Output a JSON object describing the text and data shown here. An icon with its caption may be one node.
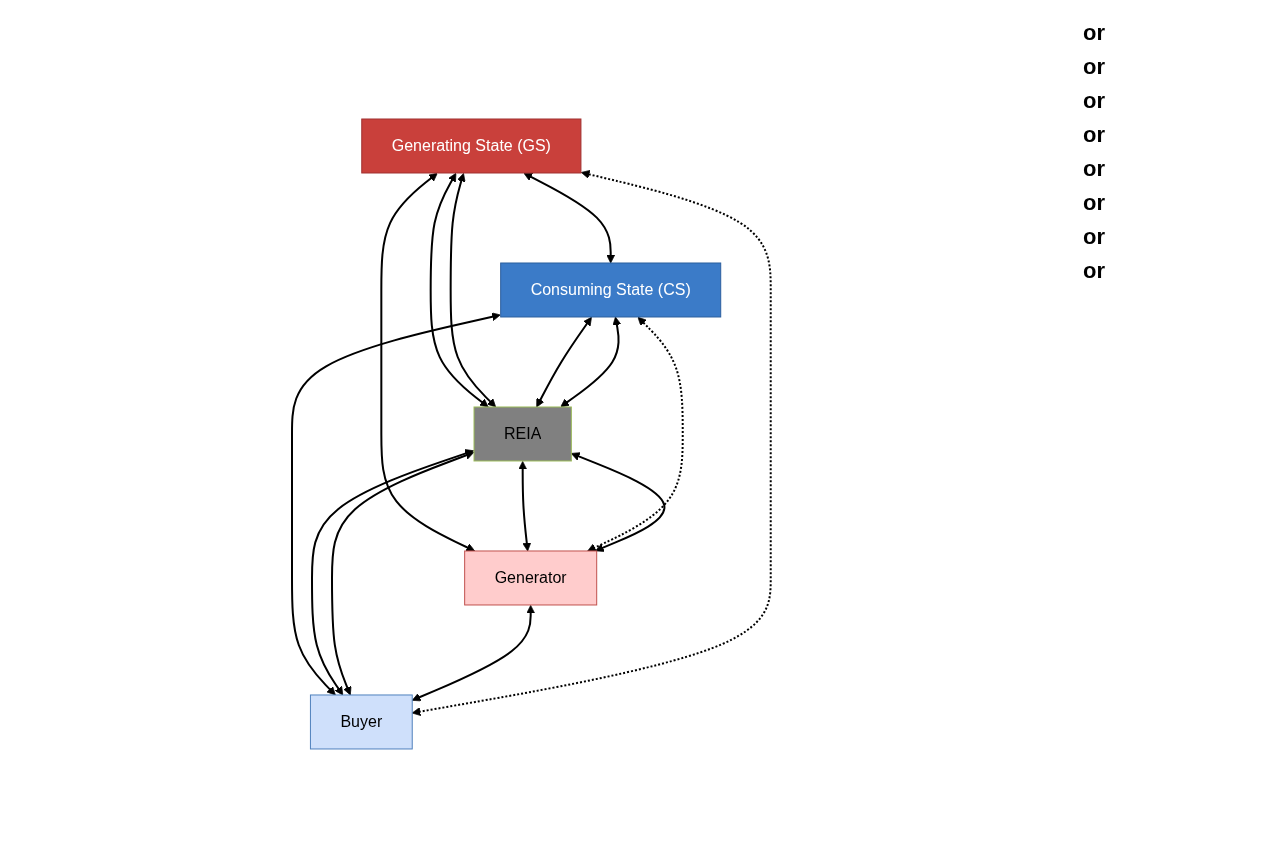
{
  "diagram": {
    "nodes": [
      {
        "text": [
          "Generating State (GS)"
        ]
      },
      {
        "text": [
          "Consuming State (CS)"
        ]
      },
      {
        "text": [
          "REIA"
        ]
      },
      {
        "text": [
          "Generator"
        ]
      },
      {
        "text": [
          "Buyer"
        ]
      }
    ],
    "edges": [
      {
        "from": 0,
        "to": 1,
        "arrow": "both"
      },
      {
        "from": 0,
        "to": 2,
        "arrow": "both"
      },
      {
        "from": 2,
        "to": 1,
        "arrow": "both"
      },
      {
        "from": 0,
        "to": 3,
        "arrow": "both"
      },
      {
        "from": 0,
        "to": 2,
        "arrow": "both"
      },
      {
        "from": 1,
        "to": 2,
        "arrow": "both"
      },
      {
        "from": 1,
        "to": 4,
        "arrow": "both"
      },
      {
        "from": 2,
        "to": 3,
        "arrow": "both"
      },
      {
        "from": 2,
        "to": 4,
        "arrow": "both"
      },
      {
        "from": 3,
        "to": 2,
        "arrow": "both"
      },
      {
        "from": 2,
        "to": 4,
        "arrow": "both"
      },
      {
        "from": 3,
        "to": 4,
        "arrow": "both"
      },
      {
        "from": 0,
        "to": 4,
        "arrow": "both",
        "style": "dashed"
      },
      {
        "from": 1,
        "to": 3,
        "arrow": "both",
        "style": "dashed"
      }
    ],
    "labels": [
      "or",
      "or",
      "or",
      "or",
      "or",
      "or",
      "or",
      "or"
    ]
  }
}
